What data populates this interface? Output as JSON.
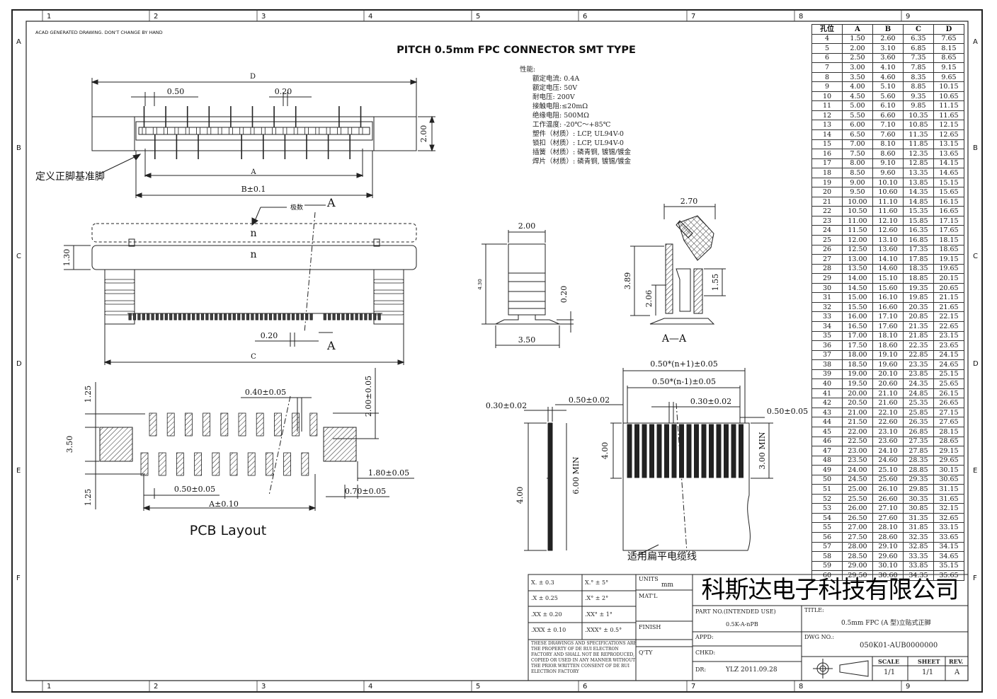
{
  "border_marks": {
    "top_numbers": [
      "1",
      "2",
      "3",
      "4",
      "5",
      "6",
      "7",
      "8",
      "9"
    ],
    "bottom_numbers": [
      "1",
      "2",
      "3",
      "4",
      "5",
      "6",
      "7",
      "8",
      "9"
    ],
    "side_letters": [
      "A",
      "B",
      "C",
      "D",
      "E",
      "F"
    ]
  },
  "header": {
    "acad_note": "ACAD GENERATED DRAWING. DON'T CHANGE BY HAND",
    "title": "PITCH 0.5mm FPC CONNECTOR SMT TYPE"
  },
  "specs": {
    "heading": "性能:",
    "lines": [
      "额定电流: 0.4A",
      "额定电压: 50V",
      "耐电压: 200V",
      "接触电阻:≤20mΩ",
      "绝缘电阻: 500MΩ",
      "工作温度: -20℃～+85℃",
      "塑件（材质）: LCP, UL94V-0",
      "锁扣（材质）: LCP, UL94V-0",
      "插簧（材质）: 磷青铜, 镀锡/镀金",
      "焊片（材质）: 磷青铜, 镀锡/镀金"
    ]
  },
  "top_view": {
    "dim_D": "D",
    "dim_050": "0.50",
    "dim_020": "0.20",
    "dim_A": "A",
    "dim_B": "B±0.1",
    "dim_200": "2.00",
    "ref_pin_note": "定义正脚基准脚"
  },
  "front_view": {
    "pin_count_note": "极数",
    "section_mark": "A",
    "label_n": "n",
    "dim_130": "1.30",
    "dim_020": "0.20",
    "dim_C": "C"
  },
  "side_view": {
    "dim_200": "2.00",
    "dim_430": "4.30",
    "dim_020": "0.20",
    "dim_350": "3.50"
  },
  "section_view": {
    "dim_270": "2.70",
    "dim_389": "3.89",
    "dim_206": "2.06",
    "dim_155": "1.55",
    "label": "A—A"
  },
  "pcb_layout": {
    "title": "PCB Layout",
    "dim_125_top": "1.25",
    "dim_350": "3.50",
    "dim_125_bot": "1.25",
    "dim_040": "0.40±0.05",
    "dim_200": "2.00±0.05",
    "dim_180": "1.80±0.05",
    "dim_070": "0.70±0.05",
    "dim_050": "0.50±0.05",
    "dim_A": "A±0.10"
  },
  "fpc": {
    "dim_030_left": "0.30±0.02",
    "dim_050_left": "0.50±0.02",
    "dim_n_plus": "0.50*(n+1)±0.05",
    "dim_n_minus": "0.50*(n-1)±0.05",
    "dim_030_right": "0.30±0.02",
    "dim_050_right": "0.50±0.05",
    "dim_400_a": "4.00",
    "dim_600": "6.00 MIN",
    "dim_400_b": "4.00",
    "dim_300": "3.00 MIN",
    "caption": "适用扁平电缆线"
  },
  "hole_table": {
    "headers": [
      "孔位",
      "A",
      "B",
      "C",
      "D"
    ],
    "rows": [
      [
        "4",
        "1.50",
        "2.60",
        "6.35",
        "7.65"
      ],
      [
        "5",
        "2.00",
        "3.10",
        "6.85",
        "8.15"
      ],
      [
        "6",
        "2.50",
        "3.60",
        "7.35",
        "8.65"
      ],
      [
        "7",
        "3.00",
        "4.10",
        "7.85",
        "9.15"
      ],
      [
        "8",
        "3.50",
        "4.60",
        "8.35",
        "9.65"
      ],
      [
        "9",
        "4.00",
        "5.10",
        "8.85",
        "10.15"
      ],
      [
        "10",
        "4.50",
        "5.60",
        "9.35",
        "10.65"
      ],
      [
        "11",
        "5.00",
        "6.10",
        "9.85",
        "11.15"
      ],
      [
        "12",
        "5.50",
        "6.60",
        "10.35",
        "11.65"
      ],
      [
        "13",
        "6.00",
        "7.10",
        "10.85",
        "12.15"
      ],
      [
        "14",
        "6.50",
        "7.60",
        "11.35",
        "12.65"
      ],
      [
        "15",
        "7.00",
        "8.10",
        "11.85",
        "13.15"
      ],
      [
        "16",
        "7.50",
        "8.60",
        "12.35",
        "13.65"
      ],
      [
        "17",
        "8.00",
        "9.10",
        "12.85",
        "14.15"
      ],
      [
        "18",
        "8.50",
        "9.60",
        "13.35",
        "14.65"
      ],
      [
        "19",
        "9.00",
        "10.10",
        "13.85",
        "15.15"
      ],
      [
        "20",
        "9.50",
        "10.60",
        "14.35",
        "15.65"
      ],
      [
        "21",
        "10.00",
        "11.10",
        "14.85",
        "16.15"
      ],
      [
        "22",
        "10.50",
        "11.60",
        "15.35",
        "16.65"
      ],
      [
        "23",
        "11.00",
        "12.10",
        "15.85",
        "17.15"
      ],
      [
        "24",
        "11.50",
        "12.60",
        "16.35",
        "17.65"
      ],
      [
        "25",
        "12.00",
        "13.10",
        "16.85",
        "18.15"
      ],
      [
        "26",
        "12.50",
        "13.60",
        "17.35",
        "18.65"
      ],
      [
        "27",
        "13.00",
        "14.10",
        "17.85",
        "19.15"
      ],
      [
        "28",
        "13.50",
        "14.60",
        "18.35",
        "19.65"
      ],
      [
        "29",
        "14.00",
        "15.10",
        "18.85",
        "20.15"
      ],
      [
        "30",
        "14.50",
        "15.60",
        "19.35",
        "20.65"
      ],
      [
        "31",
        "15.00",
        "16.10",
        "19.85",
        "21.15"
      ],
      [
        "32",
        "15.50",
        "16.60",
        "20.35",
        "21.65"
      ],
      [
        "33",
        "16.00",
        "17.10",
        "20.85",
        "22.15"
      ],
      [
        "34",
        "16.50",
        "17.60",
        "21.35",
        "22.65"
      ],
      [
        "35",
        "17.00",
        "18.10",
        "21.85",
        "23.15"
      ],
      [
        "36",
        "17.50",
        "18.60",
        "22.35",
        "23.65"
      ],
      [
        "37",
        "18.00",
        "19.10",
        "22.85",
        "24.15"
      ],
      [
        "38",
        "18.50",
        "19.60",
        "23.35",
        "24.65"
      ],
      [
        "39",
        "19.00",
        "20.10",
        "23.85",
        "25.15"
      ],
      [
        "40",
        "19.50",
        "20.60",
        "24.35",
        "25.65"
      ],
      [
        "41",
        "20.00",
        "21.10",
        "24.85",
        "26.15"
      ],
      [
        "42",
        "20.50",
        "21.60",
        "25.35",
        "26.65"
      ],
      [
        "43",
        "21.00",
        "22.10",
        "25.85",
        "27.15"
      ],
      [
        "44",
        "21.50",
        "22.60",
        "26.35",
        "27.65"
      ],
      [
        "45",
        "22.00",
        "23.10",
        "26.85",
        "28.15"
      ],
      [
        "46",
        "22.50",
        "23.60",
        "27.35",
        "28.65"
      ],
      [
        "47",
        "23.00",
        "24.10",
        "27.85",
        "29.15"
      ],
      [
        "48",
        "23.50",
        "24.60",
        "28.35",
        "29.65"
      ],
      [
        "49",
        "24.00",
        "25.10",
        "28.85",
        "30.15"
      ],
      [
        "50",
        "24.50",
        "25.60",
        "29.35",
        "30.65"
      ],
      [
        "51",
        "25.00",
        "26.10",
        "29.85",
        "31.15"
      ],
      [
        "52",
        "25.50",
        "26.60",
        "30.35",
        "31.65"
      ],
      [
        "53",
        "26.00",
        "27.10",
        "30.85",
        "32.15"
      ],
      [
        "54",
        "26.50",
        "27.60",
        "31.35",
        "32.65"
      ],
      [
        "55",
        "27.00",
        "28.10",
        "31.85",
        "33.15"
      ],
      [
        "56",
        "27.50",
        "28.60",
        "32.35",
        "33.65"
      ],
      [
        "57",
        "28.00",
        "29.10",
        "32.85",
        "34.15"
      ],
      [
        "58",
        "28.50",
        "29.60",
        "33.35",
        "34.65"
      ],
      [
        "59",
        "29.00",
        "30.10",
        "33.85",
        "35.15"
      ],
      [
        "60",
        "29.50",
        "30.60",
        "34.35",
        "35.65"
      ]
    ]
  },
  "title_block": {
    "company": "科斯达电子科技有限公司",
    "tol": [
      [
        "X. ± 0.3",
        "X.° ± 5°"
      ],
      [
        ".X ± 0.25",
        ".X° ± 2°"
      ],
      [
        ".XX ± 0.20",
        ".XX° ± 1°"
      ],
      [
        ".XXX ± 0.10",
        ".XXX° ± 0.5°"
      ]
    ],
    "notice": [
      "THESE DRAWINGS AND SPECIFICATIONS ARE",
      "THE PROPERTY OF DE RUI ELECTRON",
      "FACTORY AND SHALL NOT BE REPRODUCED,",
      "COPIED OR USED IN ANY MANNER WITHOUT",
      "THE PRIOR WRITTEN CONSENT OF DE RUI",
      "ELECTRON FACTORY"
    ],
    "units_label": "UNITS",
    "units_value": "mm",
    "matl_label": "MAT'L",
    "finish_label": "FINISH",
    "qty_label": "Q'TY",
    "part_no_label": "PART NO.(INTENDED USE)",
    "part_no_value": "0.5K-A-nPB",
    "title_label": "TITLE:",
    "title_value": "0.5mm FPC (A 型)立贴式正脚",
    "appd_label": "APPD:",
    "dwg_label": "DWG NO.:",
    "dwg_value": "050K01-AUB0000000",
    "chkd_label": "CHKD:",
    "dr_label": "DR:",
    "dr_value": "YLZ  2011.09.28",
    "scale_label": "SCALE",
    "scale_value": "1/1",
    "sheet_label": "SHEET",
    "sheet_value": "1/1",
    "rev_label": "REV.",
    "rev_value": "A"
  }
}
